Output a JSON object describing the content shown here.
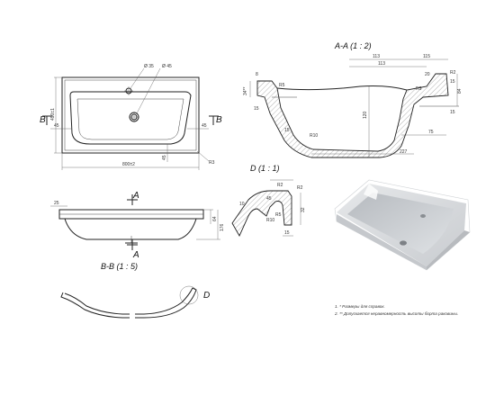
{
  "views": {
    "top": {
      "dims": {
        "w": "800±2",
        "h": "490±1",
        "d35": "Ø 35",
        "d45": "Ø 45",
        "side_l": "45",
        "side_r": "45",
        "r3": "R3",
        "v45": "45"
      },
      "section_marks": {
        "left": "B",
        "right": "B"
      }
    },
    "front": {
      "marks": {
        "top": "A",
        "bottom": "A"
      },
      "dims": {
        "d25": "25",
        "d64": "64",
        "d176": "176"
      }
    },
    "section_aa": {
      "title": "A-A (1 : 2)",
      "dims": {
        "d113": "113",
        "d115": "115",
        "d20": "20",
        "r2": "R2",
        "d15": "15",
        "d84": "84",
        "d34": "34**",
        "d15b": "15",
        "r5": "R5",
        "d8": "8",
        "d15c": "15",
        "d120": "120",
        "d75": "75",
        "d15d": "15",
        "r10": "R10",
        "d227": "227",
        "r5b": "R5"
      }
    },
    "section_bb": {
      "title": "B-B (1 : 5)",
      "detail_mark": "D"
    },
    "detail_d": {
      "title": "D (1 : 1)",
      "dims": {
        "r2a": "R2",
        "r2b": "R2",
        "d32": "32",
        "d10": "10",
        "d45": "45",
        "r10": "R10",
        "r5": "R5",
        "d15": "15"
      }
    }
  },
  "notes": [
    "1. * Размеры для справок.",
    "2. ** Допускается неравномерность высоты борта раковины."
  ]
}
